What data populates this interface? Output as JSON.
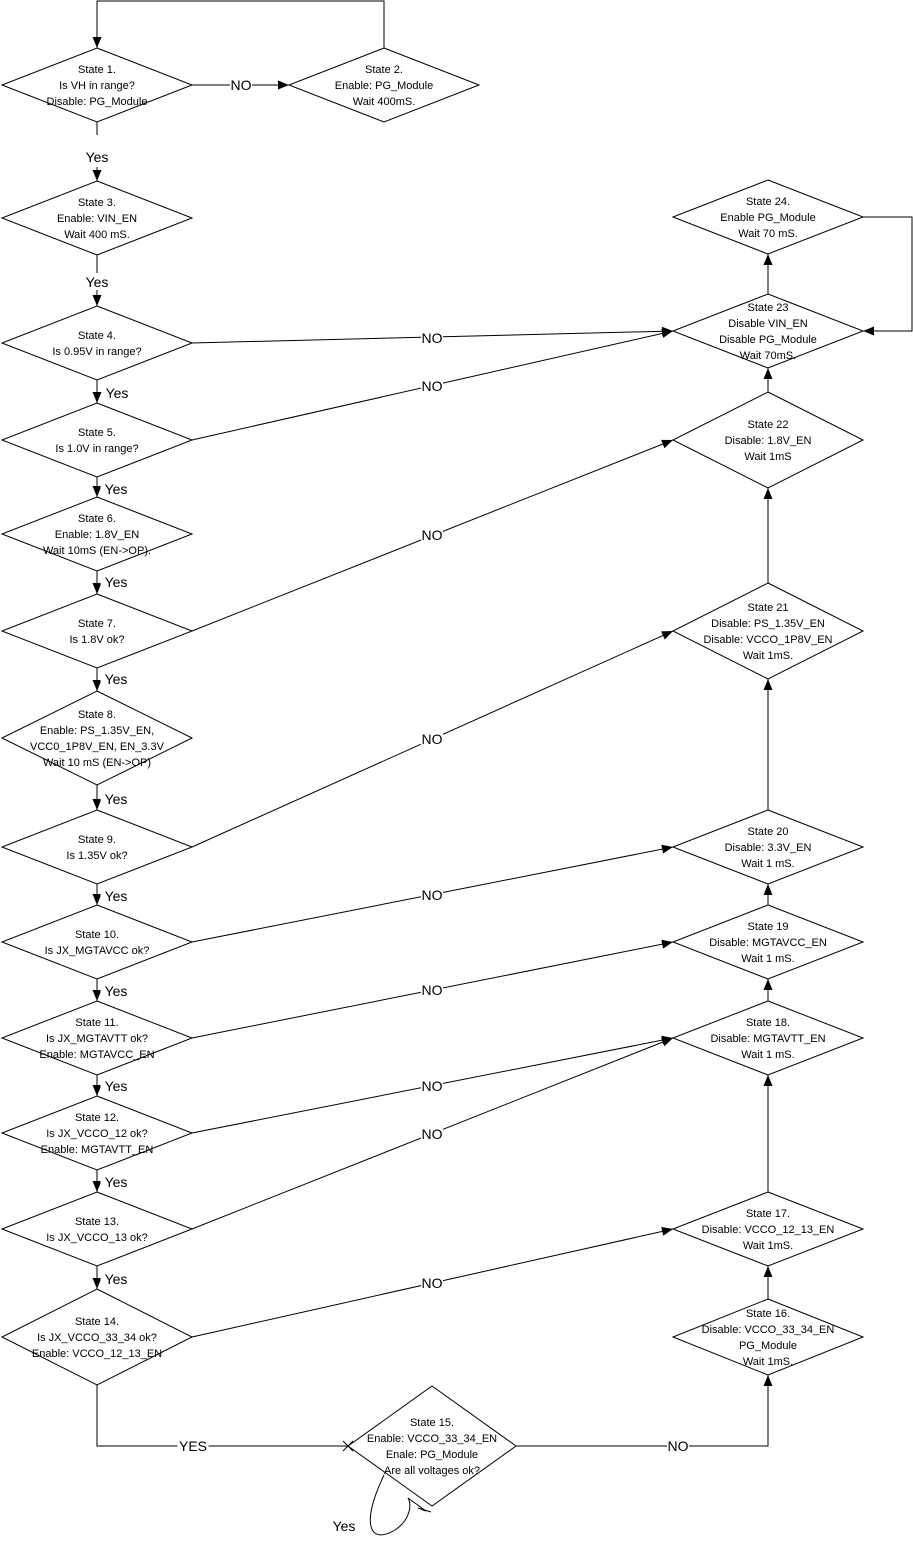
{
  "nodes": [
    {
      "id": "s1",
      "lines": [
        "State 1.",
        "Is VH in range?",
        "Disable: PG_Module"
      ]
    },
    {
      "id": "s2",
      "lines": [
        "State 2.",
        "Enable: PG_Module",
        "Wait 400mS."
      ]
    },
    {
      "id": "s3",
      "lines": [
        "State 3.",
        "Enable: VIN_EN",
        "Wait 400 mS."
      ]
    },
    {
      "id": "s4",
      "lines": [
        "State 4.",
        "Is 0.95V in range?"
      ]
    },
    {
      "id": "s5",
      "lines": [
        "State 5.",
        "Is 1.0V in range?"
      ]
    },
    {
      "id": "s6",
      "lines": [
        "State 6.",
        "Enable: 1.8V_EN",
        "Wait 10mS (EN->OP)."
      ]
    },
    {
      "id": "s7",
      "lines": [
        "State 7.",
        "Is 1.8V ok?"
      ]
    },
    {
      "id": "s8",
      "lines": [
        "State 8.",
        "Enable: PS_1.35V_EN,",
        "VCC0_1P8V_EN, EN_3.3V",
        "Wait 10 mS (EN->OP)"
      ]
    },
    {
      "id": "s9",
      "lines": [
        "State 9.",
        "Is 1.35V ok?"
      ]
    },
    {
      "id": "s10",
      "lines": [
        "State 10.",
        "Is JX_MGTAVCC ok?"
      ]
    },
    {
      "id": "s11",
      "lines": [
        "State 11.",
        "Is JX_MGTAVTT ok?",
        "Enable: MGTAVCC_EN"
      ]
    },
    {
      "id": "s12",
      "lines": [
        "State 12.",
        "Is JX_VCCO_12 ok?",
        "Enable: MGTAVTT_EN"
      ]
    },
    {
      "id": "s13",
      "lines": [
        "State 13.",
        "Is JX_VCCO_13 ok?"
      ]
    },
    {
      "id": "s14",
      "lines": [
        "State 14.",
        "Is JX_VCCO_33_34 ok?",
        "Enable: VCCO_12_13_EN"
      ]
    },
    {
      "id": "s15",
      "lines": [
        "State 15.",
        "Enable: VCCO_33_34_EN",
        "Enale: PG_Module",
        "Are all voltages ok?"
      ]
    },
    {
      "id": "s16",
      "lines": [
        "State 16.",
        "Disable: VCCO_33_34_EN",
        "PG_Module",
        "Wait 1mS."
      ]
    },
    {
      "id": "s17",
      "lines": [
        "State 17.",
        "Disable: VCCO_12_13_EN",
        "Wait 1mS."
      ]
    },
    {
      "id": "s18",
      "lines": [
        "State 18.",
        "Disable: MGTAVTT_EN",
        "Wait 1 mS."
      ]
    },
    {
      "id": "s19",
      "lines": [
        "State 19",
        "Disable: MGTAVCC_EN",
        "Wait 1 mS."
      ]
    },
    {
      "id": "s20",
      "lines": [
        "State 20",
        "Disable: 3.3V_EN",
        "Wait 1 mS."
      ]
    },
    {
      "id": "s21",
      "lines": [
        "State 21",
        "Disable: PS_1.35V_EN",
        "Disable: VCCO_1P8V_EN",
        "Wait 1mS."
      ]
    },
    {
      "id": "s22",
      "lines": [
        "State 22",
        "Disable: 1.8V_EN",
        "Wait 1mS"
      ]
    },
    {
      "id": "s23",
      "lines": [
        "State 23",
        "Disable VIN_EN",
        "Disable PG_Module",
        "Wait 70mS."
      ]
    },
    {
      "id": "s24",
      "lines": [
        "State 24.",
        "Enable PG_Module",
        "Wait 70 mS."
      ]
    }
  ],
  "edges": [
    {
      "from": "s1",
      "to": "s2",
      "label": "NO"
    },
    {
      "from": "s2",
      "to": "s1",
      "label": ""
    },
    {
      "from": "s1",
      "to": "s3",
      "label": "Yes"
    },
    {
      "from": "s3",
      "to": "s4",
      "label": "Yes"
    },
    {
      "from": "s4",
      "to": "s5",
      "label": "Yes"
    },
    {
      "from": "s5",
      "to": "s6",
      "label": "Yes"
    },
    {
      "from": "s6",
      "to": "s7",
      "label": "Yes"
    },
    {
      "from": "s7",
      "to": "s8",
      "label": "Yes"
    },
    {
      "from": "s8",
      "to": "s9",
      "label": "Yes"
    },
    {
      "from": "s9",
      "to": "s10",
      "label": "Yes"
    },
    {
      "from": "s10",
      "to": "s11",
      "label": "Yes"
    },
    {
      "from": "s11",
      "to": "s12",
      "label": "Yes"
    },
    {
      "from": "s12",
      "to": "s13",
      "label": "Yes"
    },
    {
      "from": "s13",
      "to": "s14",
      "label": "Yes"
    },
    {
      "from": "s14",
      "to": "s15",
      "label": "YES"
    },
    {
      "from": "s15",
      "to": "s15",
      "label": "Yes"
    },
    {
      "from": "s15",
      "to": "s16",
      "label": "NO"
    },
    {
      "from": "s16",
      "to": "s17",
      "label": ""
    },
    {
      "from": "s17",
      "to": "s18",
      "label": ""
    },
    {
      "from": "s18",
      "to": "s19",
      "label": ""
    },
    {
      "from": "s19",
      "to": "s20",
      "label": ""
    },
    {
      "from": "s20",
      "to": "s21",
      "label": ""
    },
    {
      "from": "s21",
      "to": "s22",
      "label": ""
    },
    {
      "from": "s22",
      "to": "s23",
      "label": ""
    },
    {
      "from": "s23",
      "to": "s24",
      "label": ""
    },
    {
      "from": "s24",
      "to": "s23",
      "label": ""
    },
    {
      "from": "s4",
      "to": "s23",
      "label": "NO"
    },
    {
      "from": "s5",
      "to": "s23",
      "label": "NO"
    },
    {
      "from": "s7",
      "to": "s22",
      "label": "NO"
    },
    {
      "from": "s9",
      "to": "s21",
      "label": "NO"
    },
    {
      "from": "s10",
      "to": "s20",
      "label": "NO"
    },
    {
      "from": "s11",
      "to": "s19",
      "label": "NO"
    },
    {
      "from": "s12",
      "to": "s18",
      "label": "NO"
    },
    {
      "from": "s13",
      "to": "s18",
      "label": "NO"
    },
    {
      "from": "s14",
      "to": "s17",
      "label": "NO"
    }
  ]
}
